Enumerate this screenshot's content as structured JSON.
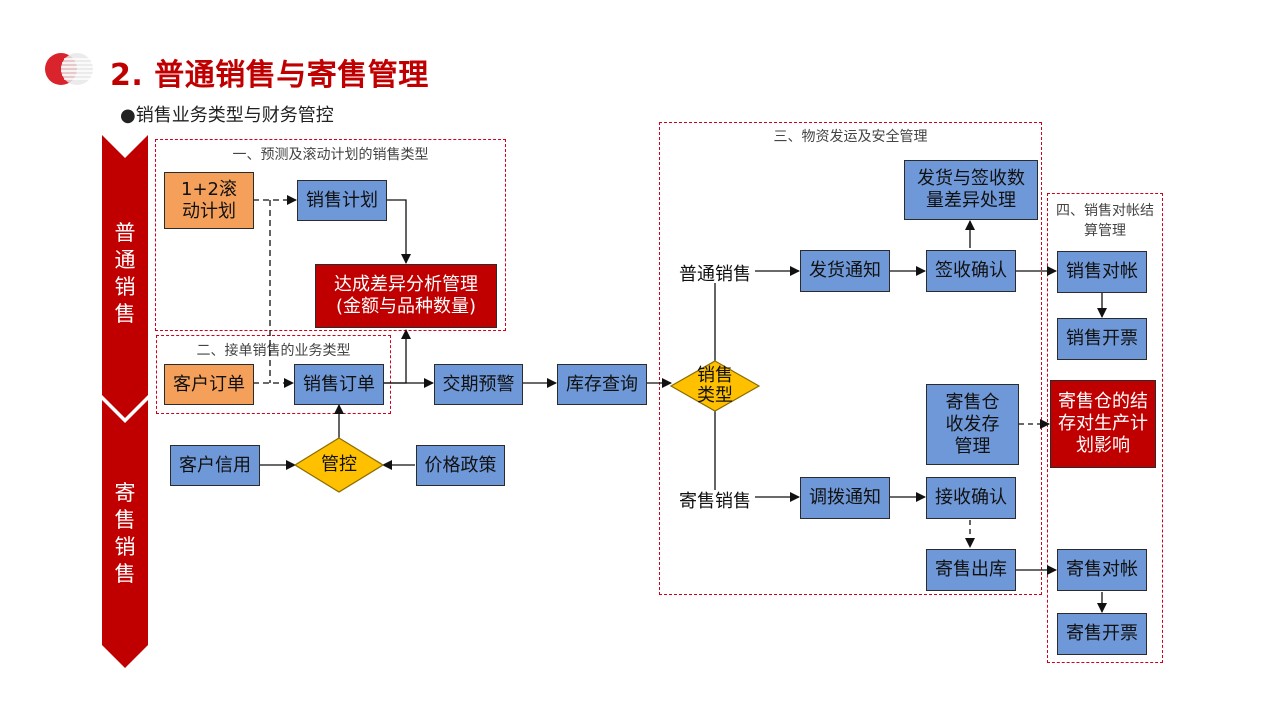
{
  "header": {
    "title": "2. 普通销售与寄售管理",
    "subtitle": "●销售业务类型与财务管控"
  },
  "sidebar": {
    "top_label": "普通销售",
    "bottom_label": "寄售销售",
    "color": "#c00000"
  },
  "regions": {
    "r1": "一、预测及滚动计划的销售类型",
    "r2": "二、接单销售的业务类型",
    "r3": "三、物资发运及安全管理",
    "r4": "四、销售对帐结算管理"
  },
  "nodes": {
    "rolling_plan": "1+2滚动计划",
    "sales_plan": "销售计划",
    "variance_analysis": "达成差异分析管理(金额与品种数量)",
    "customer_order": "客户订单",
    "sales_order": "销售订单",
    "delivery_warning": "交期预警",
    "inventory_query": "库存查询",
    "sales_type": "销售类型",
    "customer_credit": "客户信用",
    "control": "管控",
    "price_policy": "价格政策",
    "normal_sales": "普通销售",
    "consign_sales": "寄售销售",
    "ship_notice": "发货通知",
    "receipt_confirm": "签收确认",
    "ship_diff": "发货与签收数量差异处理",
    "transfer_notice": "调拨通知",
    "accept_confirm": "接收确认",
    "consign_out": "寄售出库",
    "consign_storage": "寄售仓收发存管理",
    "consign_impact": "寄售仓的结存对生产计划影响",
    "sales_reconcile": "销售对帐",
    "sales_invoice": "销售开票",
    "consign_reconcile": "寄售对帐",
    "consign_invoice": "寄售开票"
  },
  "colors": {
    "accent": "#c00000",
    "process_blue": "#6f98d8",
    "input_orange": "#f5a05a",
    "decision_yellow": "#ffc000",
    "region_border": "#d0021b"
  }
}
